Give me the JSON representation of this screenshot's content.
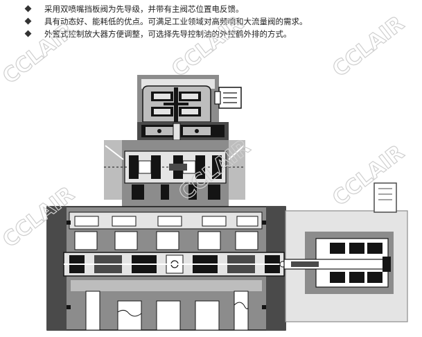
{
  "bullets": [
    "采用双喷嘴挡板阀为先导级，并带有主阀芯位置电反馈。",
    "具有动态好、能耗低的优点。可满足工业领域对高频响和大流量阀的需求。",
    "外置式控制放大器方便调整，可选择先导控制油的外控鹤外排的方式。"
  ],
  "watermark": "CCLAIR",
  "colors": {
    "dark": "#4a4a4a",
    "mid": "#8c8c8c",
    "light": "#bdbdbd",
    "pale": "#e4e4e4",
    "black": "#141414",
    "white": "#ffffff"
  }
}
